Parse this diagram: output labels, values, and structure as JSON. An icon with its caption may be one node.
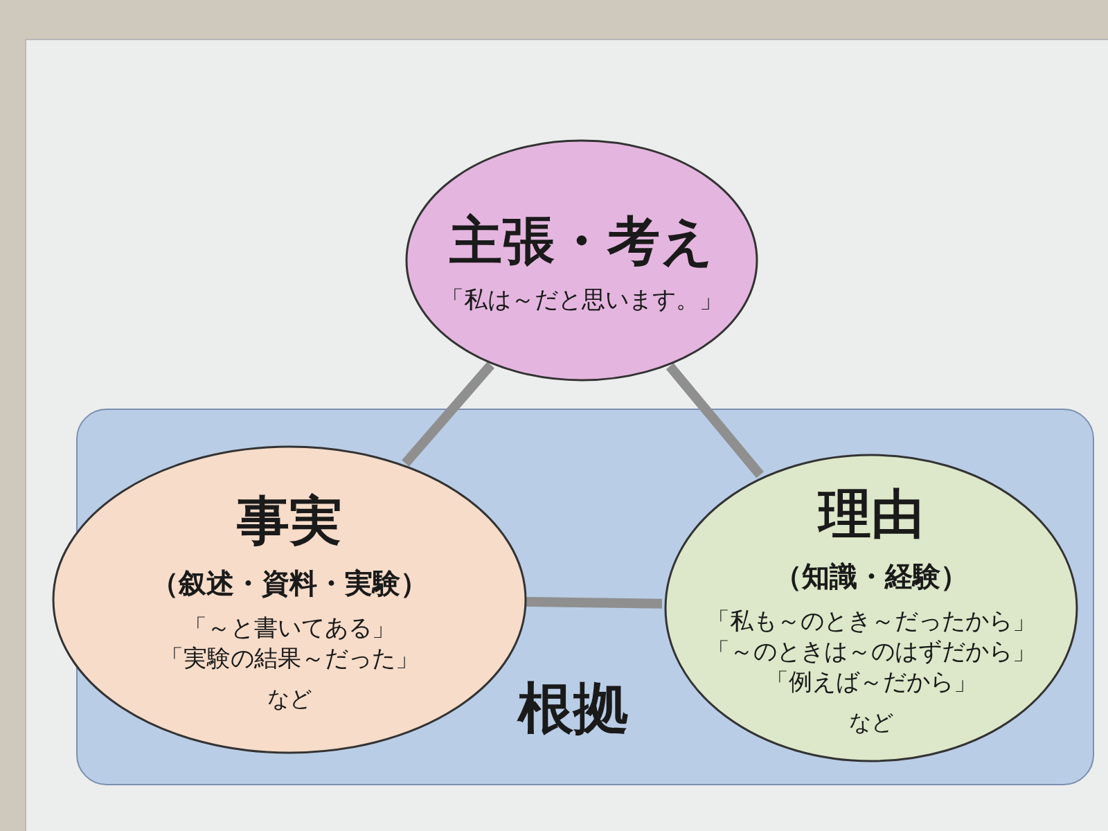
{
  "diagram": {
    "nodes": [
      {
        "text": [
          "主張・考え",
          "「私は～だと思います。」"
        ]
      },
      {
        "text": [
          "根拠"
        ]
      },
      {
        "text": [
          "事実",
          "（叙述・資料・実験）",
          "「～と書いてある」",
          "「実験の結果～だった」",
          "など"
        ],
        "in": 1
      },
      {
        "text": [
          "理由",
          "（知識・経験）",
          "「私も～のとき～だったから」",
          "「～のときは～のはずだから」",
          "「例えば～だから」",
          "など"
        ],
        "in": 1
      }
    ],
    "edges": [
      {
        "from": 0,
        "to": 2,
        "arrow": "none"
      },
      {
        "from": 0,
        "to": 3,
        "arrow": "none"
      },
      {
        "from": 2,
        "to": 3,
        "arrow": "none"
      }
    ]
  }
}
